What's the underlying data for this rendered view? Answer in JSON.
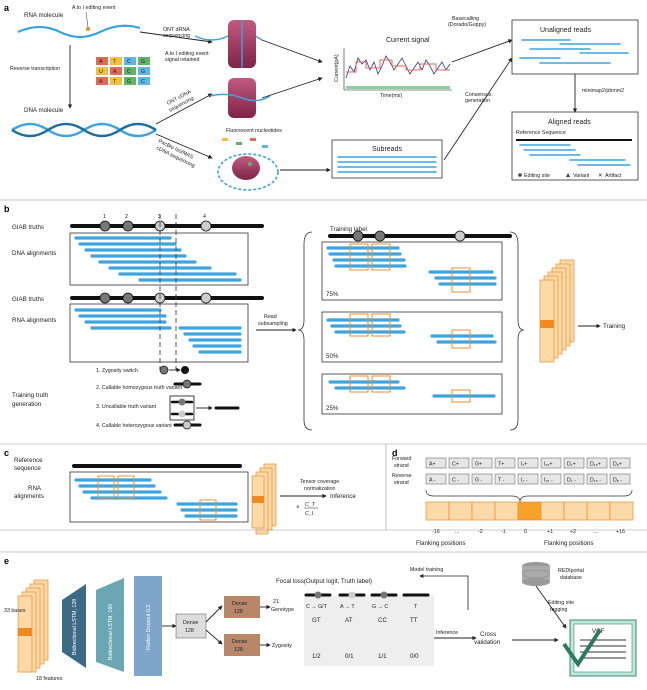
{
  "panels": {
    "a": "a",
    "b": "b",
    "c": "c",
    "d": "d",
    "e": "e"
  },
  "a": {
    "rna_molecule": "RNA molecule",
    "editing_event": "A to I editing event",
    "reverse_transcription": "Reverse transcription",
    "dna_molecule": "DNA molecule",
    "ont_drna_1": "ONT dRNA",
    "ont_drna_2": "sequencing",
    "signal_retained_1": "A to I editing event",
    "signal_retained_2": "signal retained",
    "ont_cdna_1": "ONT cDNA",
    "ont_cdna_2": "sequencing",
    "pacbio_1": "PacBio Iso/MAS",
    "pacbio_2": "cDNA sequencing",
    "fluorescent": "Fluorescent nucleotides",
    "current_signal": "Current signal",
    "y_axis": "Current(pA)",
    "x_axis": "Time(ms)",
    "basecalling_1": "Basecalling",
    "basecalling_2": "(Dorado/Guppy)",
    "consensus_1": "Consensus",
    "consensus_2": "generation",
    "unaligned_reads": "Unaligned reads",
    "minimap": "minimap2/pbmm2",
    "aligned_reads": "Aligned reads",
    "reference_sequence": "Reference Sequence",
    "subreads": "Subreads",
    "legend_editing": "Editing site",
    "legend_variant": "Variant",
    "legend_artifact": "Artifact",
    "bases": [
      "A",
      "T",
      "C",
      "G",
      "U",
      "A",
      "C",
      "G",
      "A",
      "T",
      "G",
      "C"
    ]
  },
  "b": {
    "giab_truths_1": "GIAB truths",
    "dna_alignments": "DNA alignments",
    "giab_truths_2": "GIAB truths",
    "rna_alignments": "RNA alignments",
    "markers": [
      "1",
      "2",
      "3",
      "4"
    ],
    "training_label": "Training label",
    "read_subsampling_1": "Read",
    "read_subsampling_2": "subsampling",
    "pct": [
      "75%",
      "50%",
      "25%"
    ],
    "training": "Training",
    "training_truth_1": "Training truth",
    "training_truth_2": "generation",
    "rules": [
      "1. Zygosity switch",
      "2. Callable homozygous truth variant",
      "3. Uncallable truth variant",
      "4. Callable heterozygous variant"
    ]
  },
  "c": {
    "reference_1": "Reference",
    "reference_2": "sequence",
    "rna_1": "RNA",
    "rna_2": "alignments",
    "tensor_1": "Tensor coverage",
    "tensor_2": "normalization",
    "inference": "Inference",
    "frac_num": "C_T",
    "frac_den": "C_I"
  },
  "d": {
    "forward_1": "Forward",
    "forward_2": "strand",
    "reverse_1": "Reverse",
    "reverse_2": "strand",
    "forward_cells": [
      "A+",
      "C+",
      "G+",
      "T+",
      "I₁+",
      "I₁₅+",
      "D₁+",
      "D₁₅+",
      "Dₑ+"
    ],
    "reverse_cells": [
      "A -",
      "C -",
      "G -",
      "T -",
      "I₁ -",
      "I₁₅ -",
      "D₁ -",
      "D₁₅ -",
      "Dₑ -"
    ],
    "positions": [
      "-16",
      "...",
      "-2",
      "-1",
      "0",
      "+1",
      "+2",
      "...",
      "+16"
    ],
    "flank_left": "Flanking positions",
    "flank_right": "Flanking positions"
  },
  "e": {
    "bases_label": "33 bases",
    "features_label": "18 features",
    "lstm1": "Bidirectional LSTM, 128",
    "lstm2": "Bidirectional LSTM, 160",
    "flatten": "Flatten Dropout 0.2",
    "dense_main_1": "Dense",
    "dense_main_2": "128",
    "dense_a_1": "Dense",
    "dense_a_2": "128",
    "dense_b_1": "Dense",
    "dense_b_2": "128",
    "genotype_num": "21",
    "genotype": "Genotype",
    "zygosity": "Zygosity",
    "focal_loss": "Focal loss(Output logit, Truth label)",
    "model_training": "Model training",
    "genotypes": [
      "C → G/T",
      "A → T",
      "G → C",
      "T"
    ],
    "gt_values": [
      "GT",
      "AT",
      "CC",
      "TT"
    ],
    "zyg_values": [
      "1/2",
      "0/1",
      "1/1",
      "0/0"
    ],
    "inference": "Inference",
    "cross_1": "Cross",
    "cross_2": "validation",
    "rediportal_1": "REDIportal",
    "rediportal_2": "database",
    "editing_tag_1": "Editing site",
    "editing_tag_2": "tagging",
    "vcf": "VCF"
  },
  "colors": {
    "read": "#3ea4dd",
    "orange": "#e8902e",
    "tensor": "#f8c27a",
    "lstm1": "#3d6b85",
    "lstm2": "#6ba7b3",
    "flatten": "#7fa5cb",
    "dense": "#b8876a",
    "ribosome": "#a23c63"
  }
}
